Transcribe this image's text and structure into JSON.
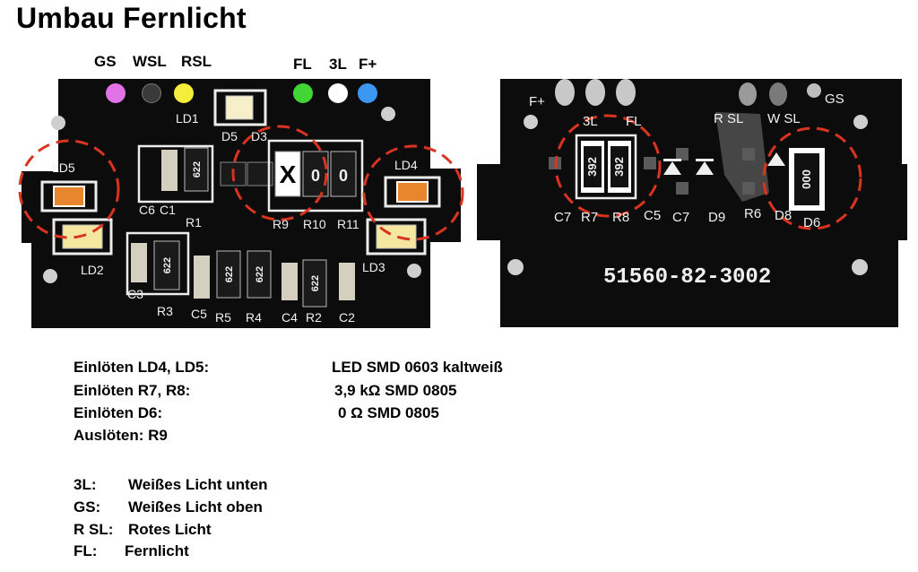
{
  "title": "Umbau Fernlicht",
  "top_labels": [
    "GS",
    "WSL",
    "RSL",
    "FL",
    "3L",
    "F+"
  ],
  "dot_colors": [
    "#e272e8",
    "#3a3a3a",
    "#f4ee3a",
    "#41d635",
    "#ffffff",
    "#3c97f2"
  ],
  "left_board": {
    "silkscreen": [
      "LD1",
      "D5",
      "D3",
      "LD5",
      "LD4",
      "C6",
      "C1",
      "R1",
      "R9",
      "R10",
      "R11",
      "LD2",
      "LD3",
      "C3",
      "R3",
      "C5",
      "R5",
      "R4",
      "C4",
      "R2",
      "C2"
    ],
    "component_codes": [
      "622",
      "622",
      "622",
      "622",
      "622",
      "X",
      "0",
      "0"
    ]
  },
  "right_board": {
    "silkscreen": [
      "F+",
      "3L",
      "FL",
      "R SL",
      "W SL",
      "GS",
      "C7",
      "R7",
      "R8",
      "C5",
      "C7",
      "D9",
      "R6",
      "D8",
      "D6"
    ],
    "component_codes": [
      "392",
      "392",
      "000"
    ],
    "part_number": "51560-82-3002"
  },
  "instructions": [
    {
      "left": "Einlöten LD4, LD5:",
      "right": "LED SMD 0603 kaltweiß"
    },
    {
      "left": "Einlöten R7, R8:",
      "right": "3,9 kΩ SMD 0805"
    },
    {
      "left": "Einlöten D6:",
      "right": "0 Ω SMD 0805"
    },
    {
      "left": "Auslöten: R9",
      "right": ""
    }
  ],
  "legend": [
    {
      "key": "3L:",
      "value": "Weißes Licht unten"
    },
    {
      "key": "GS:",
      "value": "Weißes Licht oben"
    },
    {
      "key": "R SL:",
      "value": "Rotes Licht"
    },
    {
      "key": "FL:",
      "value": "Fernlicht"
    }
  ],
  "colors": {
    "pcb": "#0c0c0c",
    "silkscreen": "#f0f0f0",
    "highlight_circle": "#d9341f",
    "led_orange": "#e8862e",
    "led_yellow": "#f5e7a0"
  }
}
